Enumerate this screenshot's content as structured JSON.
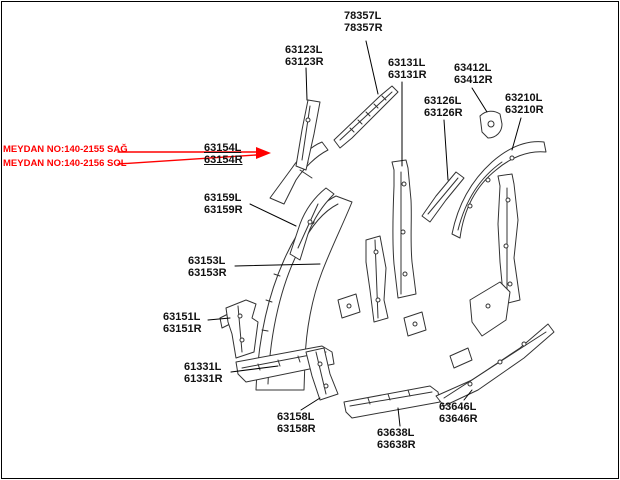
{
  "page": {
    "background_color": "#ffffff",
    "border_color": "#000000",
    "line_art_color": "#333333",
    "accent_color": "#ff0000"
  },
  "annotation": {
    "line1": "MEYDAN NO:140-2155  SAĞ",
    "line2": "MEYDAN NO:140-2156  SOL",
    "points_to_part": "63154"
  },
  "labels": {
    "p78357": {
      "lines": [
        "78357L",
        "78357R"
      ]
    },
    "p63123": {
      "lines": [
        "63123L",
        "63123R"
      ]
    },
    "p63131": {
      "lines": [
        "63131L",
        "63131R"
      ]
    },
    "p63412": {
      "lines": [
        "63412L",
        "63412R"
      ]
    },
    "p63126": {
      "lines": [
        "63126L",
        "63126R"
      ]
    },
    "p63210": {
      "lines": [
        "63210L",
        "63210R"
      ]
    },
    "p63154": {
      "lines": [
        "63154L",
        "63154R"
      ]
    },
    "p63159": {
      "lines": [
        "63159L",
        "63159R"
      ]
    },
    "p63153": {
      "lines": [
        "63153L",
        "63153R"
      ]
    },
    "p63151": {
      "lines": [
        "63151L",
        "63151R"
      ]
    },
    "p61331": {
      "lines": [
        "61331L",
        "61331R"
      ]
    },
    "p63158": {
      "lines": [
        "63158L",
        "63158R"
      ]
    },
    "p63638": {
      "lines": [
        "63638L",
        "63638R"
      ]
    },
    "p63646": {
      "lines": [
        "63646L",
        "63646R"
      ]
    }
  }
}
